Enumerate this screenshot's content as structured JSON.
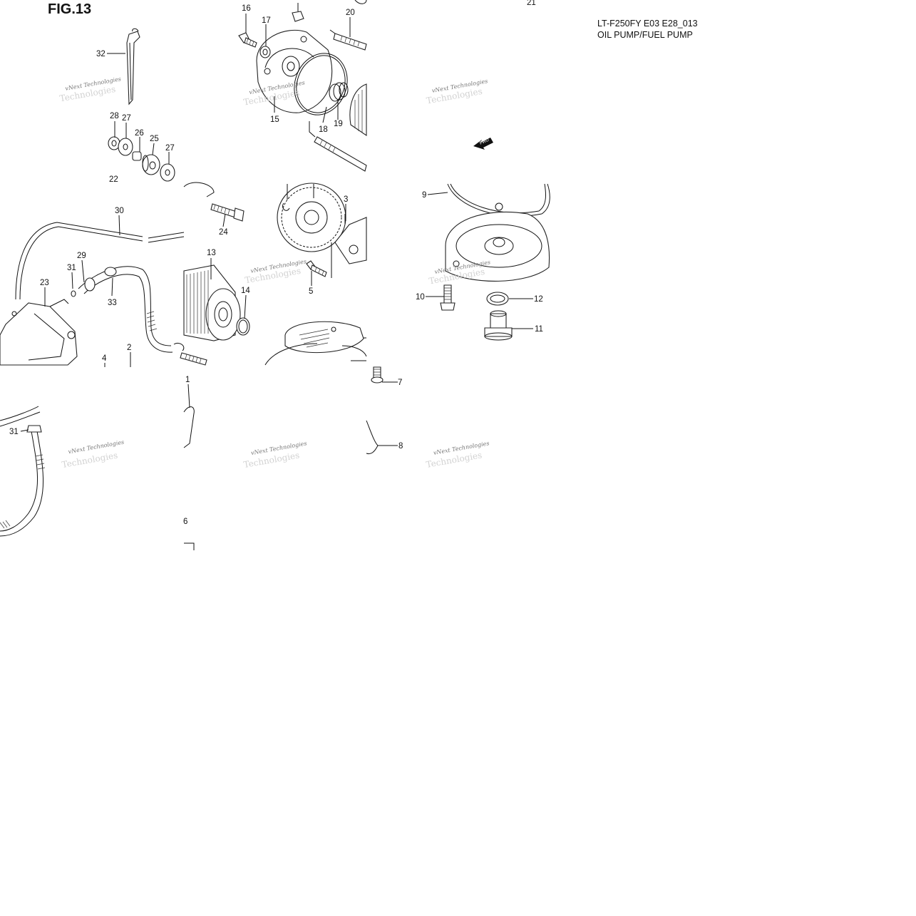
{
  "figure": {
    "title": "FIG.13"
  },
  "model": {
    "code": "LT-F250FY E03 E28_013",
    "name": "OIL PUMP/FUEL PUMP"
  },
  "fwd_arrow": {
    "label": "FWD"
  },
  "watermark": {
    "line1": "vNext Technologies",
    "line2": "Technologies"
  },
  "callouts": [
    "16",
    "17",
    "20",
    "21",
    "32",
    "15",
    "18",
    "19",
    "28",
    "27",
    "26",
    "25",
    "27",
    "22",
    "9",
    "30",
    "24",
    "3",
    "13",
    "29",
    "31",
    "23",
    "33",
    "5",
    "10",
    "12",
    "14",
    "11",
    "4",
    "2",
    "7",
    "1",
    "31",
    "8",
    "6"
  ]
}
